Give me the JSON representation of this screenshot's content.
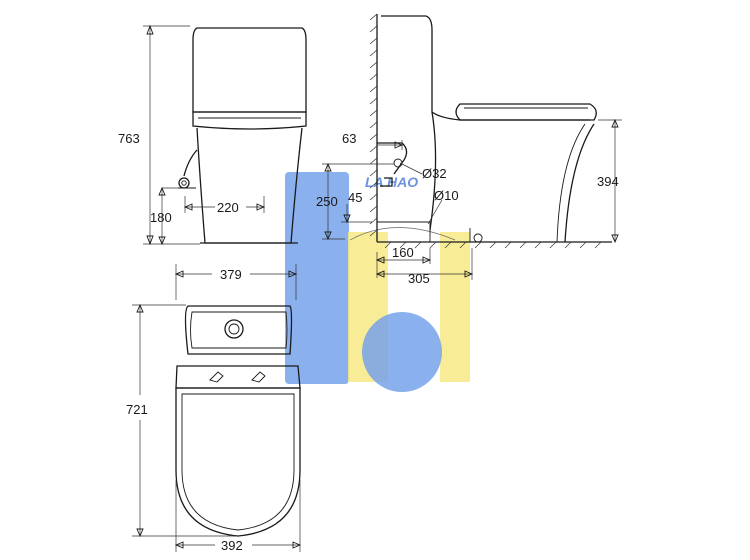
{
  "dimensions": {
    "total_height": "763",
    "inlet_height": "180",
    "inlet_offset": "220",
    "offset_63": "63",
    "pipe_diameter_32": "Ø32",
    "height_250": "250",
    "height_45": "45",
    "hole_diameter_10": "Ø10",
    "rim_height": "394",
    "distance_160": "160",
    "rough_in": "305",
    "tank_width": "379",
    "total_depth": "721",
    "total_width": "392"
  },
  "watermark": {
    "logo_text": "LA HAO",
    "blue": "#4a84e4",
    "yellow": "#f5e35a"
  },
  "colors": {
    "line": "#1a1a1a",
    "background": "#ffffff"
  }
}
